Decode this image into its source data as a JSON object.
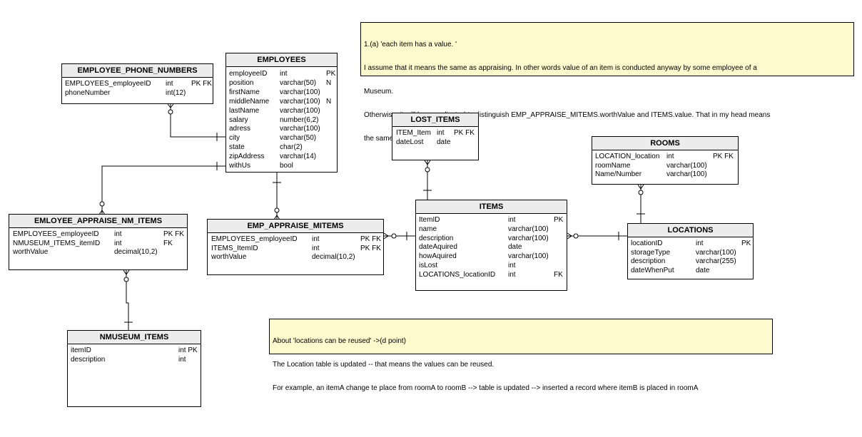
{
  "diagram": {
    "notes": {
      "appraising": {
        "lines": [
          "1.(a) 'each item has a value. '",
          "I assume that it means the same as appraising. In other words value of an item is conducted anyway by some employee of a",
          "Museum.",
          "Otherwise, it will be complicated to distinguish EMP_APPRAISE_MITEMS.worthValue and ITEMS.value. That in my head means",
          "the same."
        ]
      },
      "locations": {
        "lines": [
          "About 'locations can be reused' ->(d point)",
          "The Location table is updated -- that means the values can be reused.",
          "For example, an itemA change te place from roomA to roomB --> table is updated --> inserted a record where itemB is placed in roomA"
        ]
      }
    },
    "entities": {
      "employees": {
        "title": "EMPLOYEES",
        "rows": [
          [
            "employeeID",
            "int",
            "PK"
          ],
          [
            "position",
            "varchar(50)",
            "N"
          ],
          [
            "firstName",
            "varchar(100)",
            ""
          ],
          [
            "middleName",
            "varchar(100)",
            "N"
          ],
          [
            "lastName",
            "varchar(100)",
            ""
          ],
          [
            "salary",
            "number(6,2)",
            ""
          ],
          [
            "adress",
            "varchar(100)",
            ""
          ],
          [
            "city",
            "varchar(50)",
            ""
          ],
          [
            "state",
            "char(2)",
            ""
          ],
          [
            "zipAddress",
            "varchar(14)",
            ""
          ],
          [
            "withUs",
            "bool",
            ""
          ]
        ]
      },
      "employee_phone_numbers": {
        "title": "EMPLOYEE_PHONE_NUMBERS",
        "rows": [
          [
            "EMPLOYEES_employeeID",
            "int",
            "PK FK"
          ],
          [
            "phoneNumber",
            "int(12)",
            ""
          ]
        ]
      },
      "emloyee_appraise_nm_items": {
        "title": "EMLOYEE_APPRAISE_NM_ITEMS",
        "rows": [
          [
            "EMPLOYEES_employeeID",
            "int",
            "PK FK"
          ],
          [
            "NMUSEUM_ITEMS_itemID",
            "int",
            "FK"
          ],
          [
            "worthValue",
            "decimal(10,2)",
            ""
          ]
        ]
      },
      "nmuseum_items": {
        "title": "NMUSEUM_ITEMS",
        "rows": [
          [
            "itemID",
            "int PK",
            ""
          ],
          [
            "description",
            "int",
            ""
          ]
        ]
      },
      "emp_appraise_mitems": {
        "title": "EMP_APPRAISE_MITEMS",
        "rows": [
          [
            "EMPLOYEES_employeeID",
            "int",
            "PK FK"
          ],
          [
            "ITEMS_ItemID",
            "int",
            "PK FK"
          ],
          [
            "worthValue",
            "decimal(10,2)",
            ""
          ]
        ]
      },
      "lost_items": {
        "title": "LOST_ITEMS",
        "rows": [
          [
            "ITEM_Item",
            "int",
            "PK FK"
          ],
          [
            "dateLost",
            "date",
            ""
          ]
        ]
      },
      "items": {
        "title": "ITEMS",
        "rows": [
          [
            "ItemID",
            "int",
            "PK"
          ],
          [
            "name",
            "varchar(100)",
            ""
          ],
          [
            "description",
            "varchar(100)",
            ""
          ],
          [
            "dateAquired",
            "date",
            ""
          ],
          [
            "howAquired",
            "varchar(100)",
            ""
          ],
          [
            "isLost",
            "int",
            ""
          ],
          [
            "LOCATIONS_locationID",
            "int",
            "FK"
          ]
        ]
      },
      "rooms": {
        "title": "ROOMS",
        "rows": [
          [
            "LOCATION_location",
            "int",
            "PK FK"
          ],
          [
            "roomName",
            "varchar(100)",
            ""
          ],
          [
            "Name/Number",
            "varchar(100)",
            ""
          ]
        ]
      },
      "locations": {
        "title": "LOCATIONS",
        "rows": [
          [
            "locationID",
            "int",
            "PK"
          ],
          [
            "storageType",
            "varchar(100)",
            ""
          ],
          [
            "description",
            "varchar(255)",
            ""
          ],
          [
            "dateWhenPut",
            "date",
            ""
          ]
        ]
      }
    }
  }
}
